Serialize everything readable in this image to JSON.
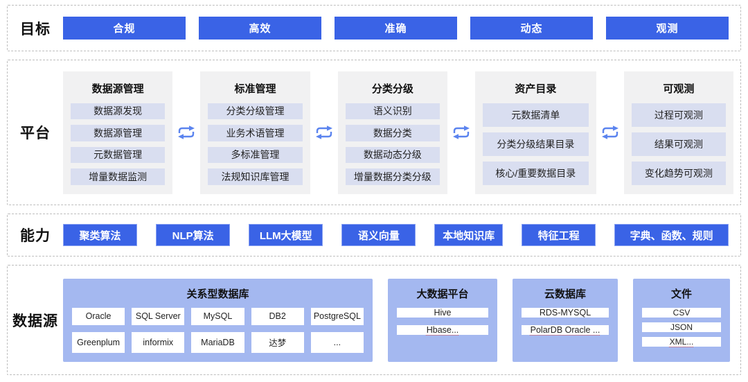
{
  "goals": {
    "label": "目标",
    "items": [
      "合规",
      "高效",
      "准确",
      "动态",
      "观测"
    ]
  },
  "platform": {
    "label": "平台",
    "columns": [
      {
        "title": "数据源管理",
        "items": [
          "数据源发现",
          "数据源管理",
          "元数据管理",
          "增量数据监测"
        ]
      },
      {
        "title": "标准管理",
        "items": [
          "分类分级管理",
          "业务术语管理",
          "多标准管理",
          "法规知识库管理"
        ]
      },
      {
        "title": "分类分级",
        "items": [
          "语义识别",
          "数据分类",
          "数据动态分级",
          "增量数据分类分级"
        ]
      },
      {
        "title": "资产目录",
        "items": [
          "元数据清单",
          "分类分级结果目录",
          "核心/重要数据目录"
        ]
      },
      {
        "title": "可观测",
        "items": [
          "过程可观测",
          "结果可观测",
          "变化趋势可观测"
        ]
      }
    ]
  },
  "abilities": {
    "label": "能力",
    "items": [
      "聚类算法",
      "NLP算法",
      "LLM大模型",
      "语义向量",
      "本地知识库",
      "特征工程",
      "字典、函数、规则"
    ]
  },
  "datasources": {
    "label": "数据源",
    "groups": [
      {
        "title": "关系型数据库",
        "items": [
          "Oracle",
          "SQL Server",
          "MySQL",
          "DB2",
          "PostgreSQL",
          "Greenplum",
          "informix",
          "MariaDB",
          "达梦",
          "..."
        ]
      },
      {
        "title": "大数据平台",
        "items": [
          "Hive",
          "Hbase..."
        ]
      },
      {
        "title": "云数据库",
        "items": [
          "RDS-MYSQL",
          "PolarDB Oracle ..."
        ]
      },
      {
        "title": "文件",
        "items": [
          "CSV",
          "JSON",
          "XML..."
        ]
      }
    ]
  },
  "colors": {
    "primary_blue": "#3A63E6",
    "ability_border": "#8AA2F2",
    "panel_gray": "#F1F1F2",
    "item_lavender": "#D9DEF0",
    "group_blue": "#A4B8F0",
    "arrow_blue": "#5B84EF"
  }
}
